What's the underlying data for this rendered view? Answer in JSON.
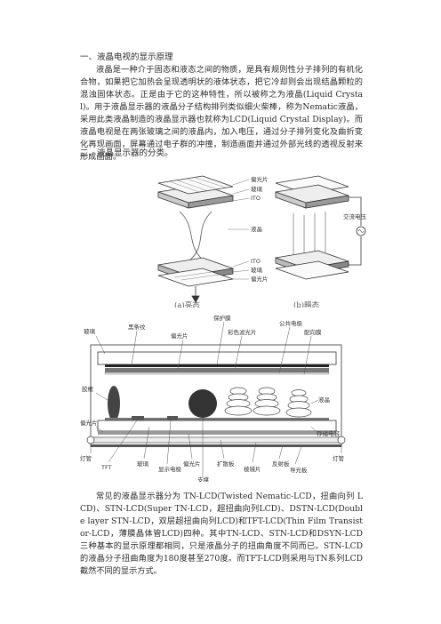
{
  "section1": {
    "heading": "一、液晶电视的显示原理",
    "paragraph": "液晶是一种介于固态和液态之间的物质，是具有规则性分子排列的有机化合物，如果把它加热会呈现透明状的液体状态，把它冷却则会出现结晶颗粒的混浊固体状态。正是由于它的这种特性，所以被称之为液晶(Liquid Crystal)。用于液晶显示器的液晶分子结构排列类似细火柴棒，称为Nematic液晶，采用此类液晶制造的液晶显示器也就称为LCD(Liquid Crystal Display)。而液晶电视是在两张玻璃之间的液晶内，加入电压，通过分子排列变化及曲折变化再现画面，屏幕通过电子群的冲撞，制造画面并通过外部光线的透视反射来形成画面。"
  },
  "section2": {
    "heading": "二、液晶显示器的分类。"
  },
  "figure1": {
    "labels_left": [
      "偏光片",
      "玻璃",
      "ITO",
      "液晶",
      "ITO",
      "玻璃",
      "偏光片"
    ],
    "label_right": "交流电压",
    "caption_a": "(a)亮态",
    "caption_b": "(b)暗态"
  },
  "figure2": {
    "labels": {
      "glass": "玻璃",
      "black_matrix": "黑条纹",
      "polarizer_top": "偏光片",
      "protective_film": "保护膜",
      "color_filter": "彩色滤光片",
      "common_electrode": "公共电极",
      "alignment_film": "配向膜",
      "sealant": "胶框",
      "liquid_crystal": "液晶",
      "polarizer_left": "偏光片",
      "storage_capacitor": "存储电容",
      "lamp_left": "灯管",
      "tft": "TFT",
      "glass_bottom": "玻璃",
      "display_electrode": "显示电极",
      "polarizer_bottom": "偏光片",
      "diffuser": "扩散板",
      "prism": "棱镜片",
      "reflector": "反射板",
      "light_guide": "导光板",
      "lamp_right": "灯管",
      "spacer": "支撑"
    }
  },
  "section3": {
    "paragraph": "常见的液晶显示器分为 TN-LCD(Twisted Nematic-LCD，扭曲向列 LCD)、STN-LCD(Super TN-LCD，超扭曲向列LCD)、DSTN-LCD(Double layer STN-LCD，双层超扭曲向列LCD)和TFT-LCD(Thin Film Transistor-LCD，薄膜晶体管LCD)四种。其中TN-LCD、STN-LCD和DSYN-LCD三种基本的显示原理都相同，只是液晶分子的扭曲角度不同而已。STN-LCD的液晶分子扭曲角度为180度甚至270度。而TFT-LCD则采用与TN系列LCD截然不同的显示方式。"
  }
}
